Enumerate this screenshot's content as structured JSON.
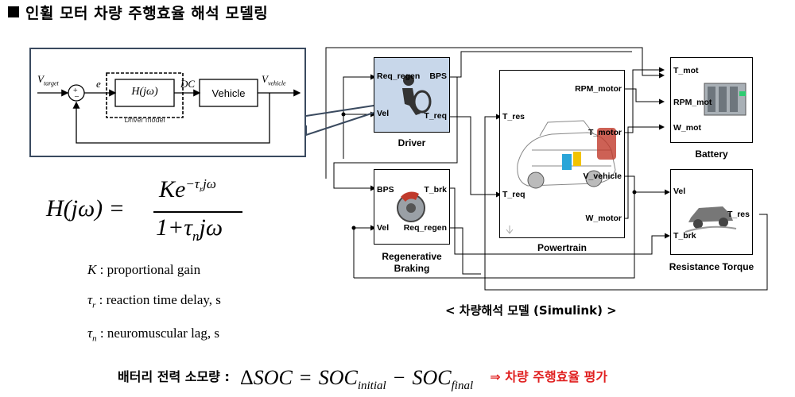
{
  "title": "인휠 모터 차량 주행효율 해석 모델링",
  "control_loop": {
    "v_target": "V",
    "v_target_sub": "target",
    "sum_plus": "+",
    "sum_minus": "_",
    "error": "e",
    "controller": "H(jω)",
    "driver_model": "Driver model",
    "dc": "DC",
    "vehicle": "Vehicle",
    "v_vehicle": "V",
    "v_vehicle_sub": "vehicle"
  },
  "transfer_function": {
    "lhs": "H(jω) =",
    "numerator_base": "Ke",
    "numerator_exp": "−τ",
    "numerator_exp_sub": "r",
    "numerator_exp_tail": "jω",
    "denominator_a": "1+τ",
    "denominator_sub": "n",
    "denominator_b": "jω"
  },
  "definitions": [
    {
      "symbol": "K",
      "sub": "",
      "text": " : proportional gain"
    },
    {
      "symbol": "τ",
      "sub": "r",
      "text": " : reaction time delay, s"
    },
    {
      "symbol": "τ",
      "sub": "n",
      "text": " : neuromuscular lag, s"
    }
  ],
  "blocks": {
    "driver": {
      "label": "Driver",
      "in1": "Req_regen",
      "in2": "Vel",
      "out1": "BPS",
      "out2": "T_req"
    },
    "regen": {
      "label_line1": "Regenerative",
      "label_line2": "Braking",
      "in1": "BPS",
      "in2": "Vel",
      "out1": "T_brk",
      "out2": "Req_regen"
    },
    "powertrain": {
      "label": "Powertrain",
      "in1": "T_res",
      "in2": "T_req",
      "out1": "RPM_motor",
      "out2": "T_motor",
      "out3": "V_vehicle",
      "out4": "W_motor"
    },
    "battery": {
      "label": "Battery",
      "in1": "T_mot",
      "in2": "RPM_mot",
      "in3": "W_mot"
    },
    "resistance": {
      "label": "Resistance Torque",
      "in1": "Vel",
      "in2": "T_brk",
      "out1": "T_res"
    }
  },
  "model_caption": "< 차량해석 모델 (Simulink) >",
  "bottom": {
    "label": "배터리 전력 소모량 :",
    "eq_delta": "Δ",
    "eq_soc": "SOC",
    "eq_eq": "=",
    "eq_init": "initial",
    "eq_minus": "−",
    "eq_final": "final",
    "conclusion": "⇒ 차량 주행효율 평가"
  },
  "colors": {
    "driver_fill": "#c8d7ea",
    "callout_border": "#3a4a5f",
    "accent_red": "#e02020"
  }
}
